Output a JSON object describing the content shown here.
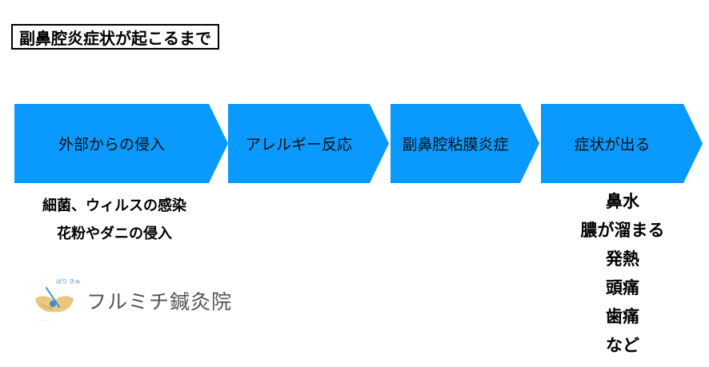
{
  "title": "副鼻腔炎症状が起こるまで",
  "steps": [
    {
      "label": "外部からの侵入"
    },
    {
      "label": "アレルギー反応"
    },
    {
      "label": "副鼻腔粘膜炎症"
    },
    {
      "label": "症状が出る"
    }
  ],
  "causes": [
    "細菌、ウィルスの感染",
    "花粉やダニの侵入"
  ],
  "symptoms": [
    "鼻水",
    "膿が溜まる",
    "発熱",
    "頭痛",
    "歯痛",
    "など"
  ],
  "logo": {
    "name": "フルミチ鍼灸院",
    "tagline": "はり きゅう"
  },
  "colors": {
    "arrow_fill": "#0a99ff",
    "logo_gold": "#e8c780",
    "logo_blue": "#3a8fd6"
  }
}
